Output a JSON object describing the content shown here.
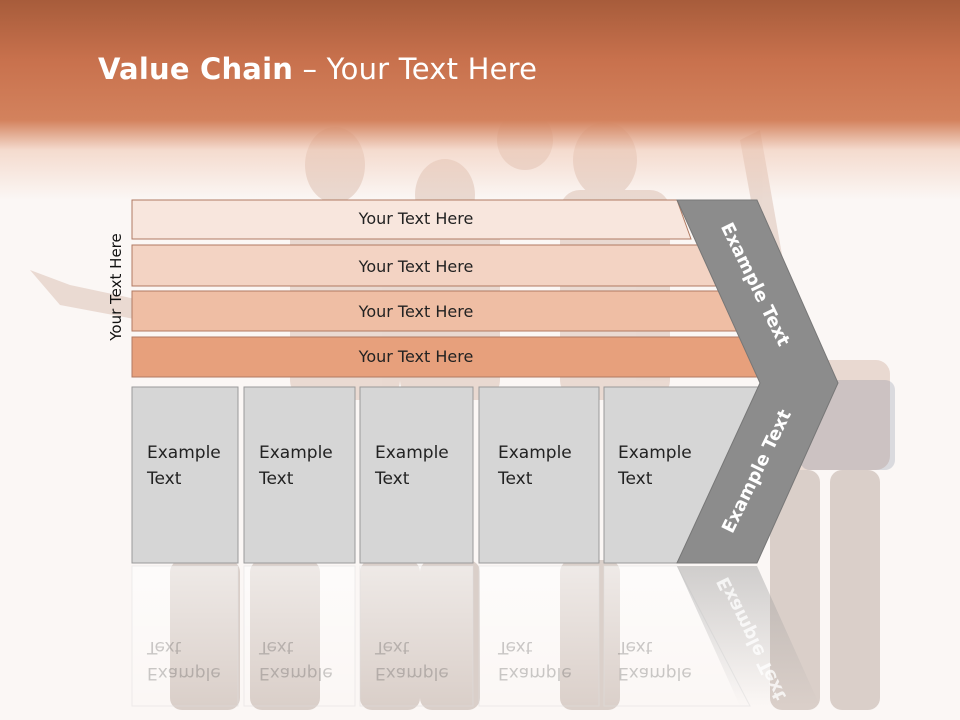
{
  "title": {
    "bold": "Value Chain",
    "rest": " – Your Text Here"
  },
  "side_label": "Your Text Here",
  "rows": [
    {
      "label": "Your Text Here",
      "color": "#f8e6dd"
    },
    {
      "label": "Your Text Here",
      "color": "#f3d3c3"
    },
    {
      "label": "Your Text Here",
      "color": "#efbea4"
    },
    {
      "label": "Your Text Here",
      "color": "#e7a07c"
    }
  ],
  "columns": [
    {
      "line1": "Example",
      "line2": "Text"
    },
    {
      "line1": "Example",
      "line2": "Text"
    },
    {
      "line1": "Example",
      "line2": "Text"
    },
    {
      "line1": "Example",
      "line2": "Text"
    },
    {
      "line1": "Example",
      "line2": "Text"
    }
  ],
  "arrow": {
    "upper": "Example Text",
    "lower": "Example Text"
  },
  "colors": {
    "header": "#c8714d",
    "column_fill": "#d6d6d6",
    "arrow_fill": "#8c8c8c"
  }
}
